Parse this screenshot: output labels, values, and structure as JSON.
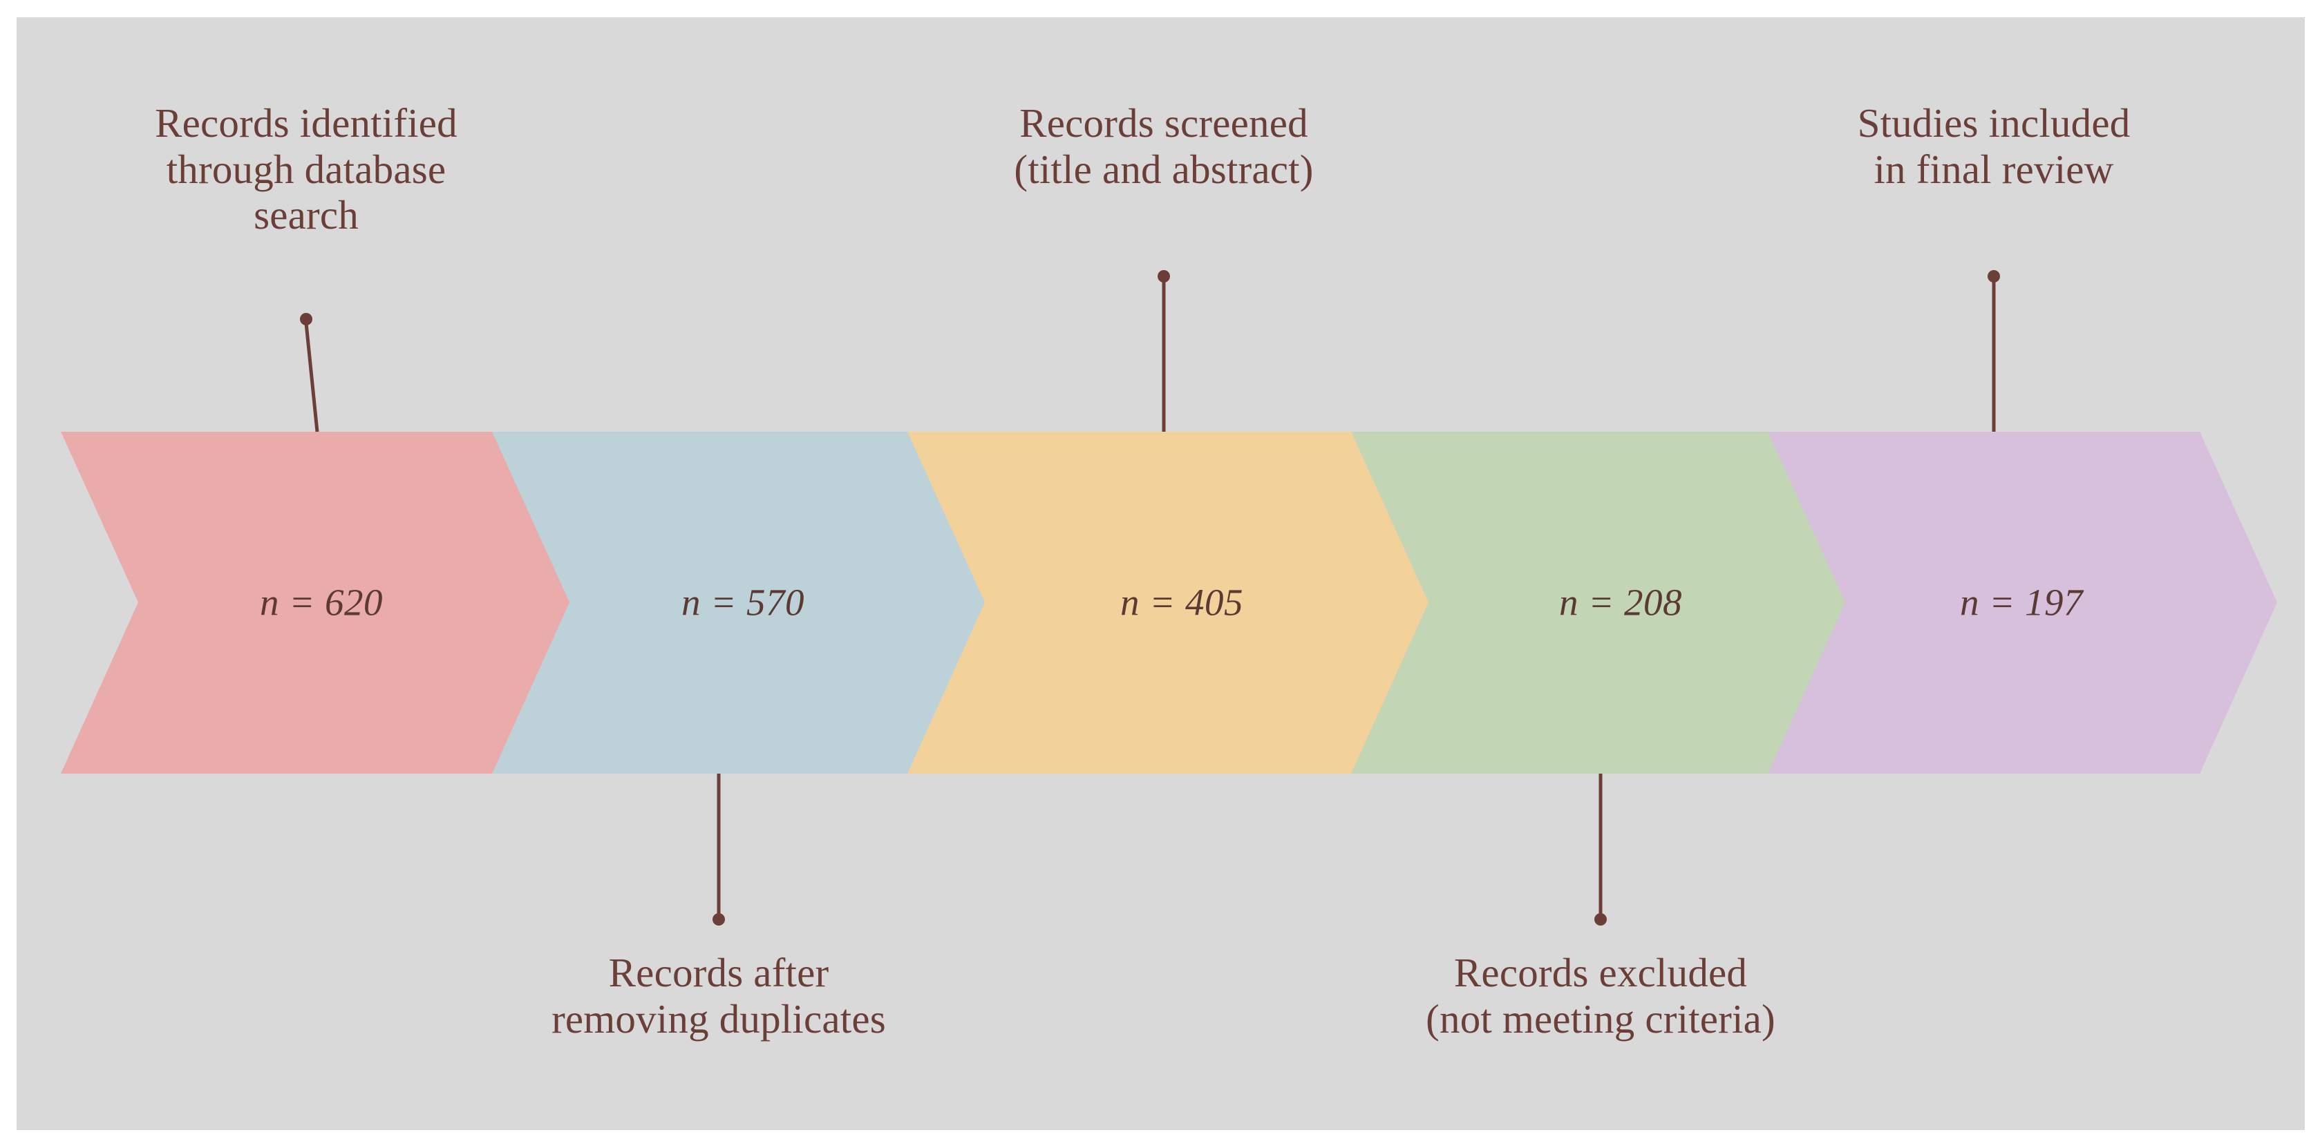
{
  "figure": {
    "type": "prisma-flow-diagram",
    "panel_background": "#d9d9d9",
    "page_background": "#ffffff",
    "text_color": "#6b3e38",
    "leader_color": "#6b3e38"
  },
  "chart_data": {
    "type": "bar",
    "title": "",
    "subtitle": "",
    "xlabel": "",
    "ylabel": "",
    "categories": [
      "Records identified through database search",
      "Records after removing duplicates",
      "Records screened (title and abstract)",
      "Records excluded (not meeting criteria)",
      "Studies included in final review"
    ],
    "values": [
      620,
      570,
      405,
      208,
      197
    ],
    "value_labels": [
      "n = 620",
      "n = 570",
      "n = 405",
      "n = 208",
      "n = 197"
    ],
    "colors": [
      "#eaabab",
      "#bcd2d8",
      "#f2d29a",
      "#c2d5b5",
      "#d6c0db"
    ],
    "legend": [],
    "grid": false,
    "annotations": [
      "Records identified through database search",
      "Records after removing duplicates",
      "Records screened (title and abstract)",
      "Records excluded (not meeting criteria)",
      "Studies included in final review"
    ]
  },
  "stages": [
    {
      "id": "identified",
      "caption": "Records identified\nthrough database\nsearch",
      "caption_position": "above",
      "n_label": "n = 620",
      "n_value": 620,
      "color": "#eaabab"
    },
    {
      "id": "deduplicated",
      "caption": "Records after\nremoving duplicates",
      "caption_position": "below",
      "n_label": "n = 570",
      "n_value": 570,
      "color": "#bcd2d8"
    },
    {
      "id": "screened",
      "caption": "Records screened\n(title and abstract)",
      "caption_position": "above",
      "n_label": "n = 405",
      "n_value": 405,
      "color": "#f2d29a"
    },
    {
      "id": "excluded",
      "caption": "Records excluded\n(not meeting criteria)",
      "caption_position": "below",
      "n_label": "n = 208",
      "n_value": 208,
      "color": "#c2d5b5"
    },
    {
      "id": "included",
      "caption": "Studies included\nin final review",
      "caption_position": "above",
      "n_label": "n = 197",
      "n_value": 197,
      "color": "#d6c0db"
    }
  ]
}
